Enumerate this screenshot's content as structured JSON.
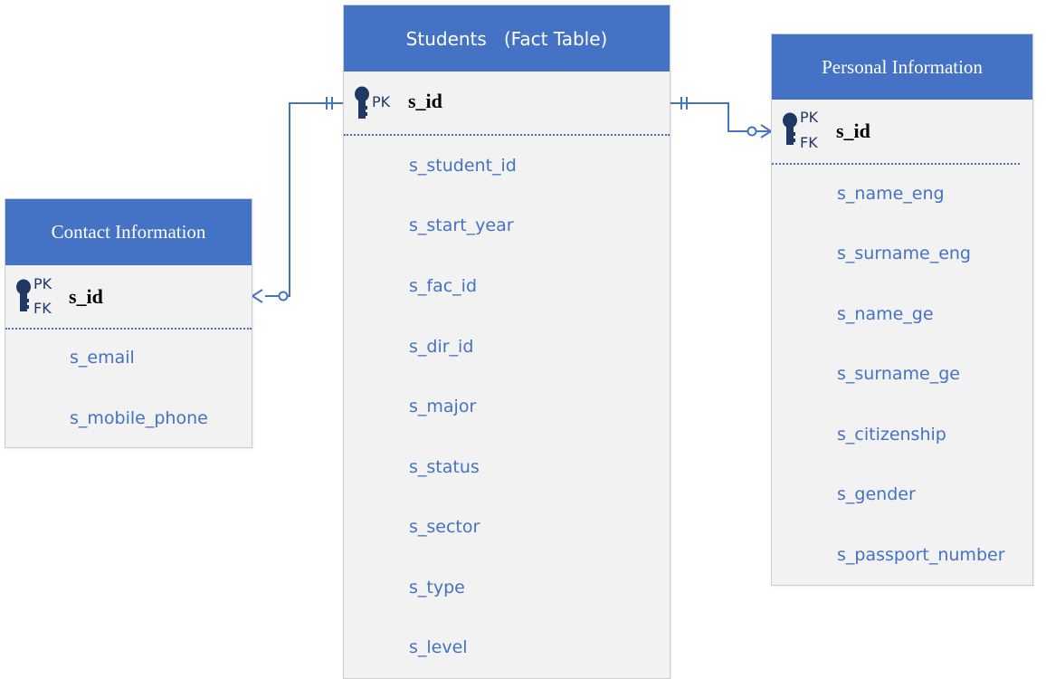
{
  "entities": {
    "students": {
      "title": "Students   (Fact Table)",
      "pk_label": "PK",
      "key_field": "s_id",
      "attributes": [
        "s_student_id",
        "s_start_year",
        "s_fac_id",
        "s_dir_id",
        "s_major",
        "s_status",
        "s_sector",
        "s_type",
        "s_level"
      ]
    },
    "contact": {
      "title": "Contact Information",
      "pk_label": "PK",
      "fk_label": "FK",
      "key_field": "s_id",
      "attributes": [
        "s_email",
        "s_mobile_phone"
      ]
    },
    "personal": {
      "title": "Personal Information",
      "pk_label": "PK",
      "fk_label": "FK",
      "key_field": "s_id",
      "attributes": [
        "s_name_eng",
        "s_surname_eng",
        "s_name_ge",
        "s_surname_ge",
        "s_citizenship",
        "s_gender",
        "s_passport_number"
      ]
    }
  },
  "relationships": [
    {
      "from": "students",
      "to": "contact",
      "from_cardinality": "one-and-only-one",
      "to_cardinality": "zero-or-many"
    },
    {
      "from": "students",
      "to": "personal",
      "from_cardinality": "one-and-only-one",
      "to_cardinality": "zero-or-many"
    }
  ],
  "colors": {
    "header": "#4472c4",
    "body": "#f2f2f2",
    "attribute_text": "#4472c4",
    "key_icon": "#1f3864",
    "connector": "#4472c4"
  },
  "icons": {
    "key": "key-icon"
  }
}
